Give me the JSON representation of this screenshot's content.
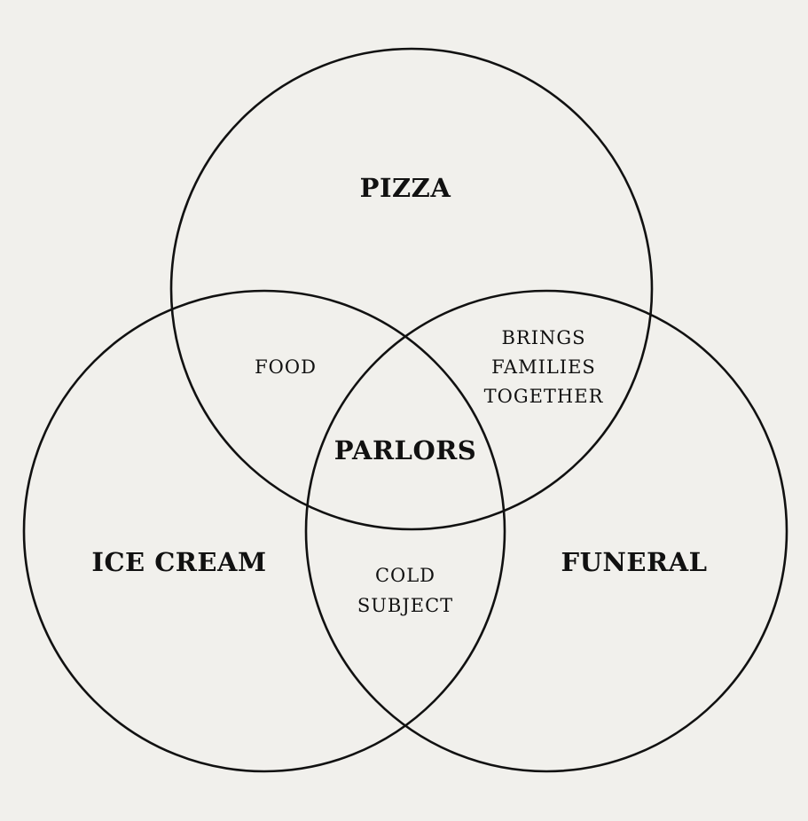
{
  "diagram": {
    "type": "venn",
    "sets": {
      "top": "PIZZA",
      "left": "ICE CREAM",
      "right": "FUNERAL"
    },
    "overlaps": {
      "top_left": [
        "FOOD"
      ],
      "top_right": [
        "BRINGS",
        "FAMILIES",
        "TOGETHER"
      ],
      "left_right": [
        "COLD",
        "SUBJECT"
      ],
      "center": "PARLORS"
    },
    "colors": {
      "background": "#f1f0ec",
      "stroke": "#111111",
      "text": "#111111"
    }
  }
}
